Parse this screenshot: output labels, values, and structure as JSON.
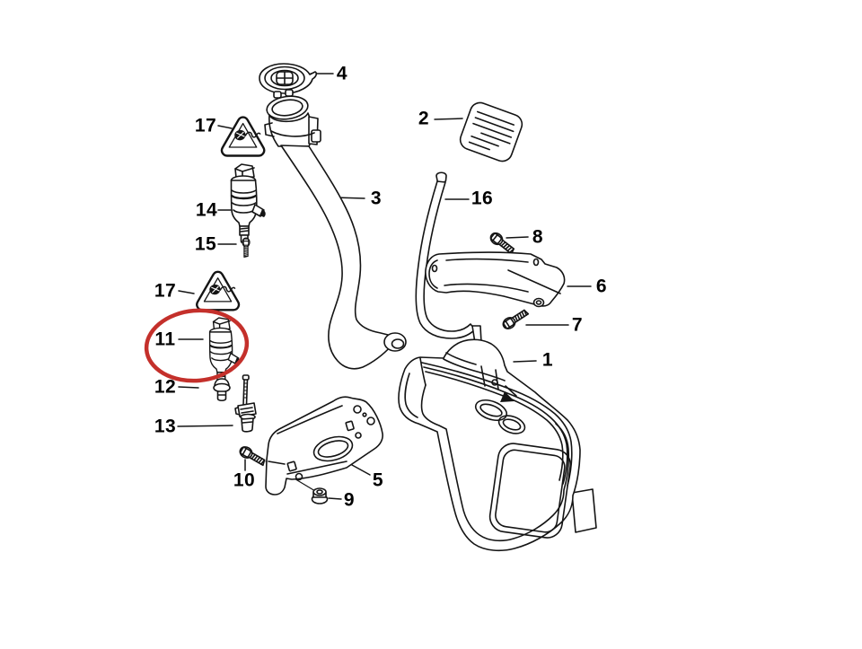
{
  "diagram": {
    "kind": "exploded parts diagram",
    "background_color": "#ffffff",
    "line_color": "#141414",
    "highlight_color": "#c4302b",
    "highlighted_callout": "11",
    "callouts": [
      {
        "id": "callout-4",
        "label": "4"
      },
      {
        "id": "callout-2",
        "label": "2"
      },
      {
        "id": "callout-17-upper",
        "label": "17"
      },
      {
        "id": "callout-14",
        "label": "14"
      },
      {
        "id": "callout-15",
        "label": "15"
      },
      {
        "id": "callout-3",
        "label": "3"
      },
      {
        "id": "callout-16",
        "label": "16"
      },
      {
        "id": "callout-8",
        "label": "8"
      },
      {
        "id": "callout-6",
        "label": "6"
      },
      {
        "id": "callout-7",
        "label": "7"
      },
      {
        "id": "callout-1",
        "label": "1"
      },
      {
        "id": "callout-17-lower",
        "label": "17"
      },
      {
        "id": "callout-11",
        "label": "11"
      },
      {
        "id": "callout-12",
        "label": "12"
      },
      {
        "id": "callout-13",
        "label": "13"
      },
      {
        "id": "callout-10",
        "label": "10"
      },
      {
        "id": "callout-5",
        "label": "5"
      },
      {
        "id": "callout-9",
        "label": "9"
      }
    ]
  }
}
